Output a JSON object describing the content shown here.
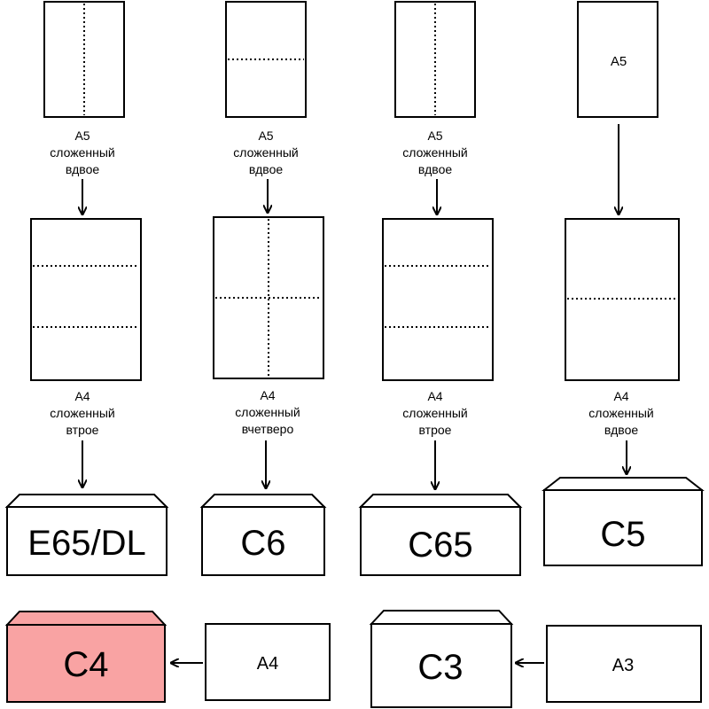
{
  "columns": [
    {
      "top_caption": [
        "А5",
        "сложенный",
        "вдвое"
      ],
      "mid_caption": [
        "А4",
        "сложенный",
        "втрое"
      ],
      "envelope": "E65/DL"
    },
    {
      "top_caption": [
        "А5",
        "сложенный",
        "вдвое"
      ],
      "mid_caption": [
        "А4",
        "сложенный",
        "вчетверо"
      ],
      "envelope": "C6"
    },
    {
      "top_caption": [
        "А5",
        "сложенный",
        "вдвое"
      ],
      "mid_caption": [
        "А4",
        "сложенный",
        "втрое"
      ],
      "envelope": "C65"
    },
    {
      "top_label": "А5",
      "mid_caption": [
        "А4",
        "сложенный",
        "вдвое"
      ],
      "envelope": "C5"
    }
  ],
  "bottom": {
    "left_envelope": "C4",
    "left_sheet": "А4",
    "right_envelope": "C3",
    "right_sheet": "А3"
  },
  "colors": {
    "highlight_envelope": "#f9a3a3",
    "stroke": "#000000"
  }
}
